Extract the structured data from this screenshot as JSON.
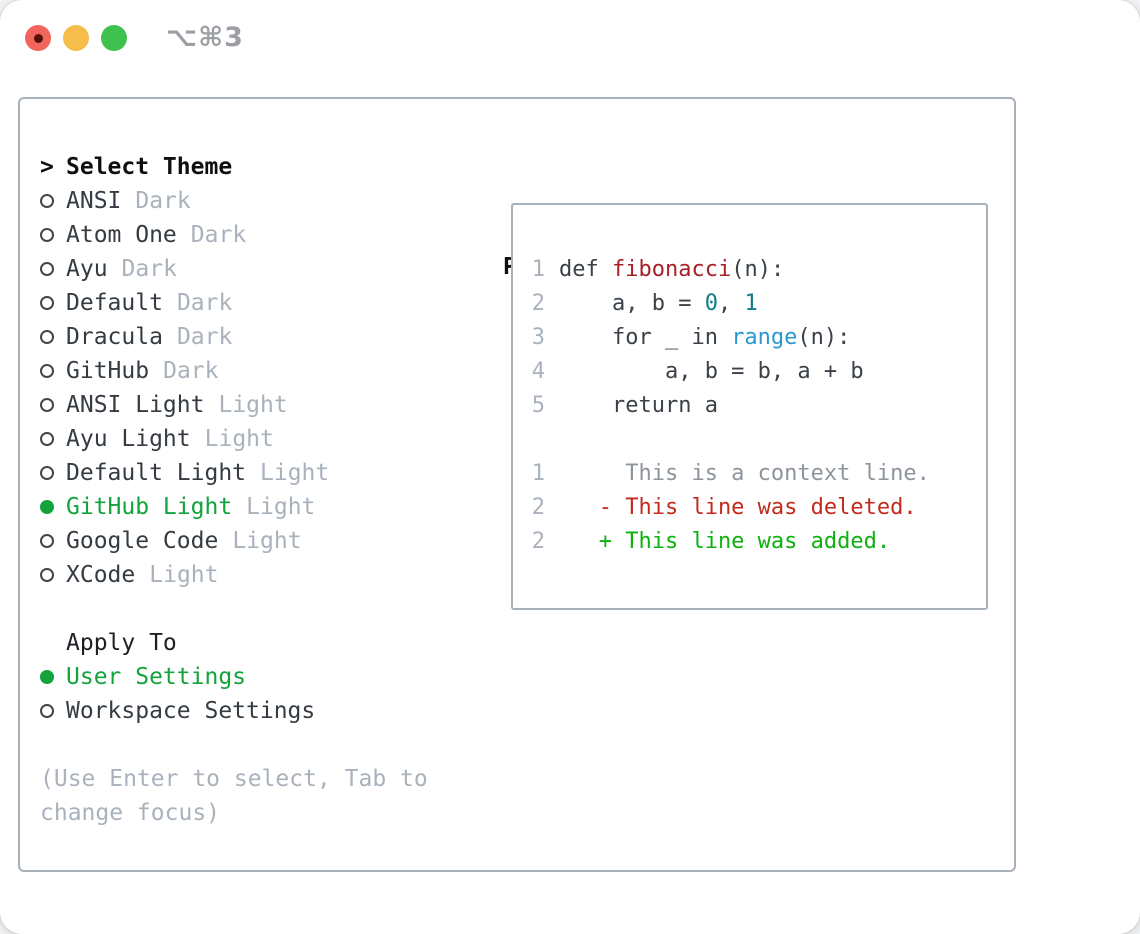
{
  "window": {
    "shortcut": "⌥⌘3",
    "traffic_lights": [
      "close",
      "minimize",
      "zoom"
    ]
  },
  "theme_list": {
    "header_prefix": ">",
    "header": "Select Theme",
    "items": [
      {
        "name": "ANSI",
        "variant": "Dark",
        "selected": false
      },
      {
        "name": "Atom One",
        "variant": "Dark",
        "selected": false
      },
      {
        "name": "Ayu",
        "variant": "Dark",
        "selected": false
      },
      {
        "name": "Default",
        "variant": "Dark",
        "selected": false
      },
      {
        "name": "Dracula",
        "variant": "Dark",
        "selected": false
      },
      {
        "name": "GitHub",
        "variant": "Dark",
        "selected": false
      },
      {
        "name": "ANSI Light",
        "variant": "Light",
        "selected": false
      },
      {
        "name": "Ayu Light",
        "variant": "Light",
        "selected": false
      },
      {
        "name": "Default Light",
        "variant": "Light",
        "selected": false
      },
      {
        "name": "GitHub Light",
        "variant": "Light",
        "selected": true
      },
      {
        "name": "Google Code",
        "variant": "Light",
        "selected": false
      },
      {
        "name": "XCode",
        "variant": "Light",
        "selected": false
      }
    ]
  },
  "apply_to": {
    "header": "Apply To",
    "options": [
      {
        "name": "User Settings",
        "selected": true
      },
      {
        "name": "Workspace Settings",
        "selected": false
      }
    ]
  },
  "hint_lines": [
    "(Use Enter to select, Tab to",
    "change focus)"
  ],
  "preview": {
    "title": "Preview",
    "code_lines": [
      {
        "num": "1",
        "tokens": [
          {
            "t": "def ",
            "c": "code"
          },
          {
            "t": "fibonacci",
            "c": "func"
          },
          {
            "t": "(n):",
            "c": "code"
          }
        ]
      },
      {
        "num": "2",
        "tokens": [
          {
            "t": "    a, b = ",
            "c": "code"
          },
          {
            "t": "0",
            "c": "num"
          },
          {
            "t": ", ",
            "c": "code"
          },
          {
            "t": "1",
            "c": "num"
          }
        ]
      },
      {
        "num": "3",
        "tokens": [
          {
            "t": "    for _ in ",
            "c": "code"
          },
          {
            "t": "range",
            "c": "builtin"
          },
          {
            "t": "(n):",
            "c": "code"
          }
        ]
      },
      {
        "num": "4",
        "tokens": [
          {
            "t": "        a, b = b, a + b",
            "c": "code"
          }
        ]
      },
      {
        "num": "5",
        "tokens": [
          {
            "t": "    return a",
            "c": "code"
          }
        ]
      },
      {
        "num": "",
        "tokens": []
      },
      {
        "num": "1",
        "tokens": [
          {
            "t": "     This is a context line.",
            "c": "context"
          }
        ]
      },
      {
        "num": "2",
        "tokens": [
          {
            "t": "   - This line was deleted.",
            "c": "deleted"
          }
        ]
      },
      {
        "num": "2",
        "tokens": [
          {
            "t": "   + This line was added.",
            "c": "added"
          }
        ]
      }
    ]
  },
  "colors": {
    "selection_green": "#12a33c",
    "added_green": "#0db20e",
    "deleted_red": "#c42a1c",
    "function_red": "#a82025",
    "builtin_blue": "#2a99d1",
    "number_teal": "#0e7e88",
    "muted_gray": "#a9b2bc",
    "panel_border": "#a8b0ba",
    "traffic_red": "#f2655c",
    "traffic_yellow": "#f6bd4a",
    "traffic_green": "#3ec24d"
  }
}
